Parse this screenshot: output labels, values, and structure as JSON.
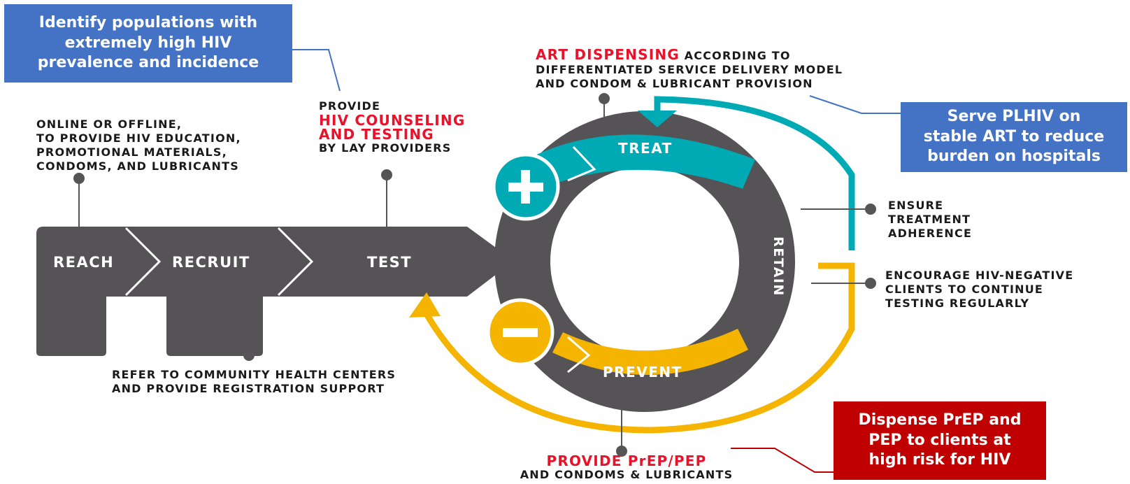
{
  "callouts": {
    "identify": [
      "Identify populations with",
      "extremely high HIV",
      "prevalence and incidence"
    ],
    "serve": [
      "Serve PLHIV on",
      "stable ART to reduce",
      "burden on hospitals"
    ],
    "dispense": [
      "Dispense PrEP and",
      "PEP to clients at",
      "high risk for HIV"
    ]
  },
  "stages": {
    "reach": "REACH",
    "recruit": "RECRUIT",
    "test": "TEST",
    "treat": "TREAT",
    "retain": "RETAIN",
    "prevent": "PREVENT"
  },
  "notes": {
    "reach": [
      "ONLINE OR OFFLINE,",
      "TO PROVIDE HIV EDUCATION,",
      "PROMOTIONAL MATERIALS,",
      "CONDOMS, AND LUBRICANTS"
    ],
    "test": {
      "pre": "PROVIDE",
      "highlight": [
        "HIV COUNSELING",
        "AND TESTING"
      ],
      "post": "BY LAY PROVIDERS"
    },
    "treat": {
      "highlight": "ART DISPENSING",
      "rest": " ACCORDING TO",
      "lines": [
        "DIFFERENTIATED SERVICE DELIVERY MODEL",
        "AND CONDOM & LUBRICANT PROVISION"
      ]
    },
    "adherence": [
      "ENSURE",
      "TREATMENT",
      "ADHERENCE"
    ],
    "retest": [
      "ENCOURAGE HIV-NEGATIVE",
      "CLIENTS TO CONTINUE",
      "TESTING REGULARLY"
    ],
    "recruit": [
      "REFER TO COMMUNITY HEALTH CENTERS",
      "AND PROVIDE REGISTRATION SUPPORT"
    ],
    "prevent": {
      "highlight": "PROVIDE PrEP/PEP",
      "rest": "AND CONDOMS & LUBRICANTS"
    }
  },
  "icons": {
    "plus": "plus-icon",
    "minus": "minus-icon"
  },
  "colors": {
    "dark": "#555355",
    "teal": "#00aab5",
    "gold": "#f5b400",
    "blue": "#4472c4",
    "red": "#c00000",
    "highlight": "#e8132a"
  }
}
